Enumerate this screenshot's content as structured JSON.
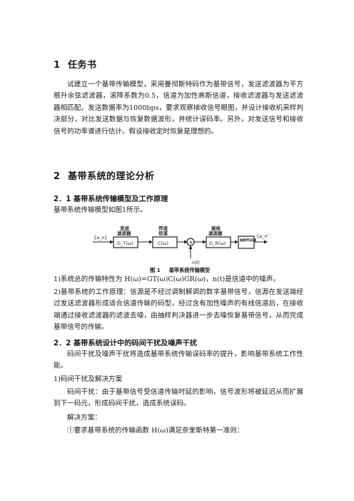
{
  "section1": {
    "number": "1",
    "title": "任务书",
    "paragraph": "试建立一个基带传输模型，采用曼彻斯特码作为基带信号，发送滤波器为平方根升余弦滤波器，滚降系数为0.5，信道为加性高斯信道，接收滤波器与发送滤波器相匹配。发送数据率为1000bps，要求观察接收信号眼图，并设计接收机采样判决部分，对比发送数据与恢复数据波形，并统计误码率。另外，对发送信号和接收信号的功率谱进行估计。假设接收定时恢复是理想的。"
  },
  "section2": {
    "number": "2",
    "title": "基带系统的理论分析"
  },
  "section21": {
    "title": "2．1 基带系统传输模型及工作原理",
    "intro": "基带系统传输模型如图1所示。"
  },
  "figure": {
    "input_label": "{a_n}",
    "blocks": [
      {
        "top": "发送",
        "top2": "滤波器",
        "label": "G_T(ω)"
      },
      {
        "top": "传送",
        "top2": "信道",
        "label": "C(ω)"
      },
      {
        "top": "接收",
        "top2": "滤波器",
        "label": "G_R(ω)"
      },
      {
        "top": "",
        "top2": "",
        "label": "抽样判决器"
      }
    ],
    "sum_symbol": "+",
    "noise_label": "n(t)",
    "output_label": "{a_n'}",
    "caption_num": "图 1",
    "caption_text": "基带系统传输模型"
  },
  "list1": {
    "item1": "1)系统总的传输特性为 H(ω)=GT(ω)C(ω)GR(ω)，n(t)是信道中的噪声。",
    "item2": "2)基带系统的工作原理：信源是不经过调制解调的数字基带信号，信源在发送端经过发送滤波器形成适合信道传输的码型，经过含有加性噪声的有线信道后，在接收端通过接收滤波器的滤波去噪，由抽样判决器进一步去噪恢复基带信号，从而完成基带信号的传输。"
  },
  "section22": {
    "title": "2．2 基带系统设计中的码间干扰及噪声干扰",
    "paragraph": "码间干扰及噪声干扰将造成基带系统传输误码率的提升，影响基带系统工作性能。",
    "sub1": "1)码间干扰及解决方案",
    "sub1_para": "码间干扰：由于基带信号受信道传输时延的影响，信号波形将被延迟从而扩展到下一码元，形成码间干扰，造成系统误码。",
    "solution_label": "解决方案：",
    "solution1": "①要求基带系统的传输函数 H(ω)满足奈奎斯特第一准则："
  }
}
